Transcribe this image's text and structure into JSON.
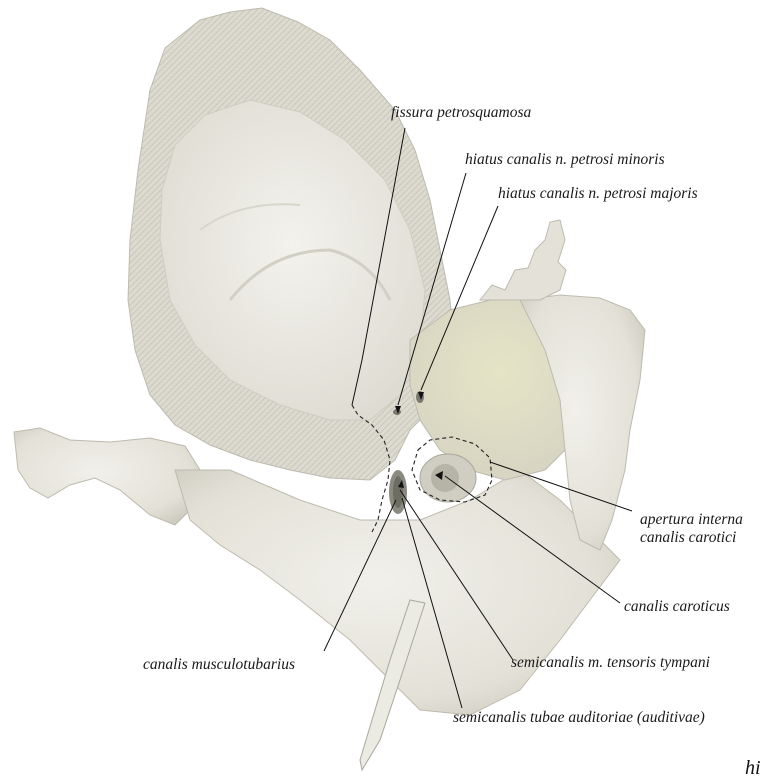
{
  "labels": {
    "fissura_petrosquamosa": "fissura petrosquamosa",
    "hiatus_minoris": "hiatus canalis n. petrosi minoris",
    "hiatus_majoris": "hiatus canalis n. petrosi majoris",
    "apertura_line1": "apertura interna",
    "apertura_line2": "canalis carotici",
    "canalis_caroticus": "canalis caroticus",
    "canalis_musculotubarius": "canalis musculotubarius",
    "semicanalis_tensoris": "semicanalis m. tensoris tympani",
    "semicanalis_tubae": "semicanalis tubae auditoriae (auditivae)"
  },
  "corner_mark": "hi",
  "colors": {
    "bone": "#e9e7de",
    "bone_shadow": "#cfcdc2",
    "bone_dark": "#b9b7aa",
    "bone_yellow": "#e2e0c4",
    "canal": "#8b8a80"
  }
}
